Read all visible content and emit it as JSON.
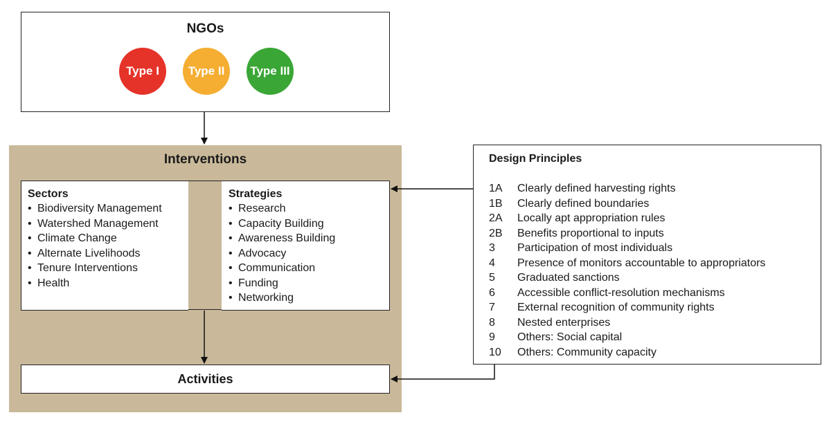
{
  "ngos": {
    "title": "NGOs",
    "types": [
      {
        "label": "Type I",
        "color": "#e5332a"
      },
      {
        "label": "Type II",
        "color": "#f5ad32"
      },
      {
        "label": "Type III",
        "color": "#3aa635"
      }
    ]
  },
  "interventions": {
    "title": "Interventions",
    "panel_color": "#c9b99a",
    "sectors": {
      "title": "Sectors",
      "items": [
        "Biodiversity Management",
        "Watershed Management",
        "Climate Change",
        "Alternate Livelihoods",
        "Tenure Interventions",
        "Health"
      ]
    },
    "strategies": {
      "title": "Strategies",
      "items": [
        "Research",
        "Capacity Building",
        "Awareness Building",
        "Advocacy",
        "Communication",
        "Funding",
        "Networking"
      ]
    }
  },
  "activities": {
    "label": "Activities"
  },
  "design_principles": {
    "title": "Design Principles",
    "items": [
      {
        "num": "1A",
        "text": "Clearly defined harvesting rights"
      },
      {
        "num": "1B",
        "text": "Clearly defined boundaries"
      },
      {
        "num": "2A",
        "text": "Locally apt appropriation rules"
      },
      {
        "num": "2B",
        "text": "Benefits proportional to inputs"
      },
      {
        "num": "3",
        "text": "Participation of most individuals"
      },
      {
        "num": "4",
        "text": "Presence of monitors accountable to  appropriators"
      },
      {
        "num": "5",
        "text": "Graduated sanctions"
      },
      {
        "num": "6",
        "text": "Accessible conflict-resolution mechanisms"
      },
      {
        "num": "7",
        "text": "External recognition of community rights"
      },
      {
        "num": "8",
        "text": "Nested enterprises"
      },
      {
        "num": "9",
        "text": "Others: Social capital"
      },
      {
        "num": "10",
        "text": "Others: Community capacity"
      }
    ]
  }
}
